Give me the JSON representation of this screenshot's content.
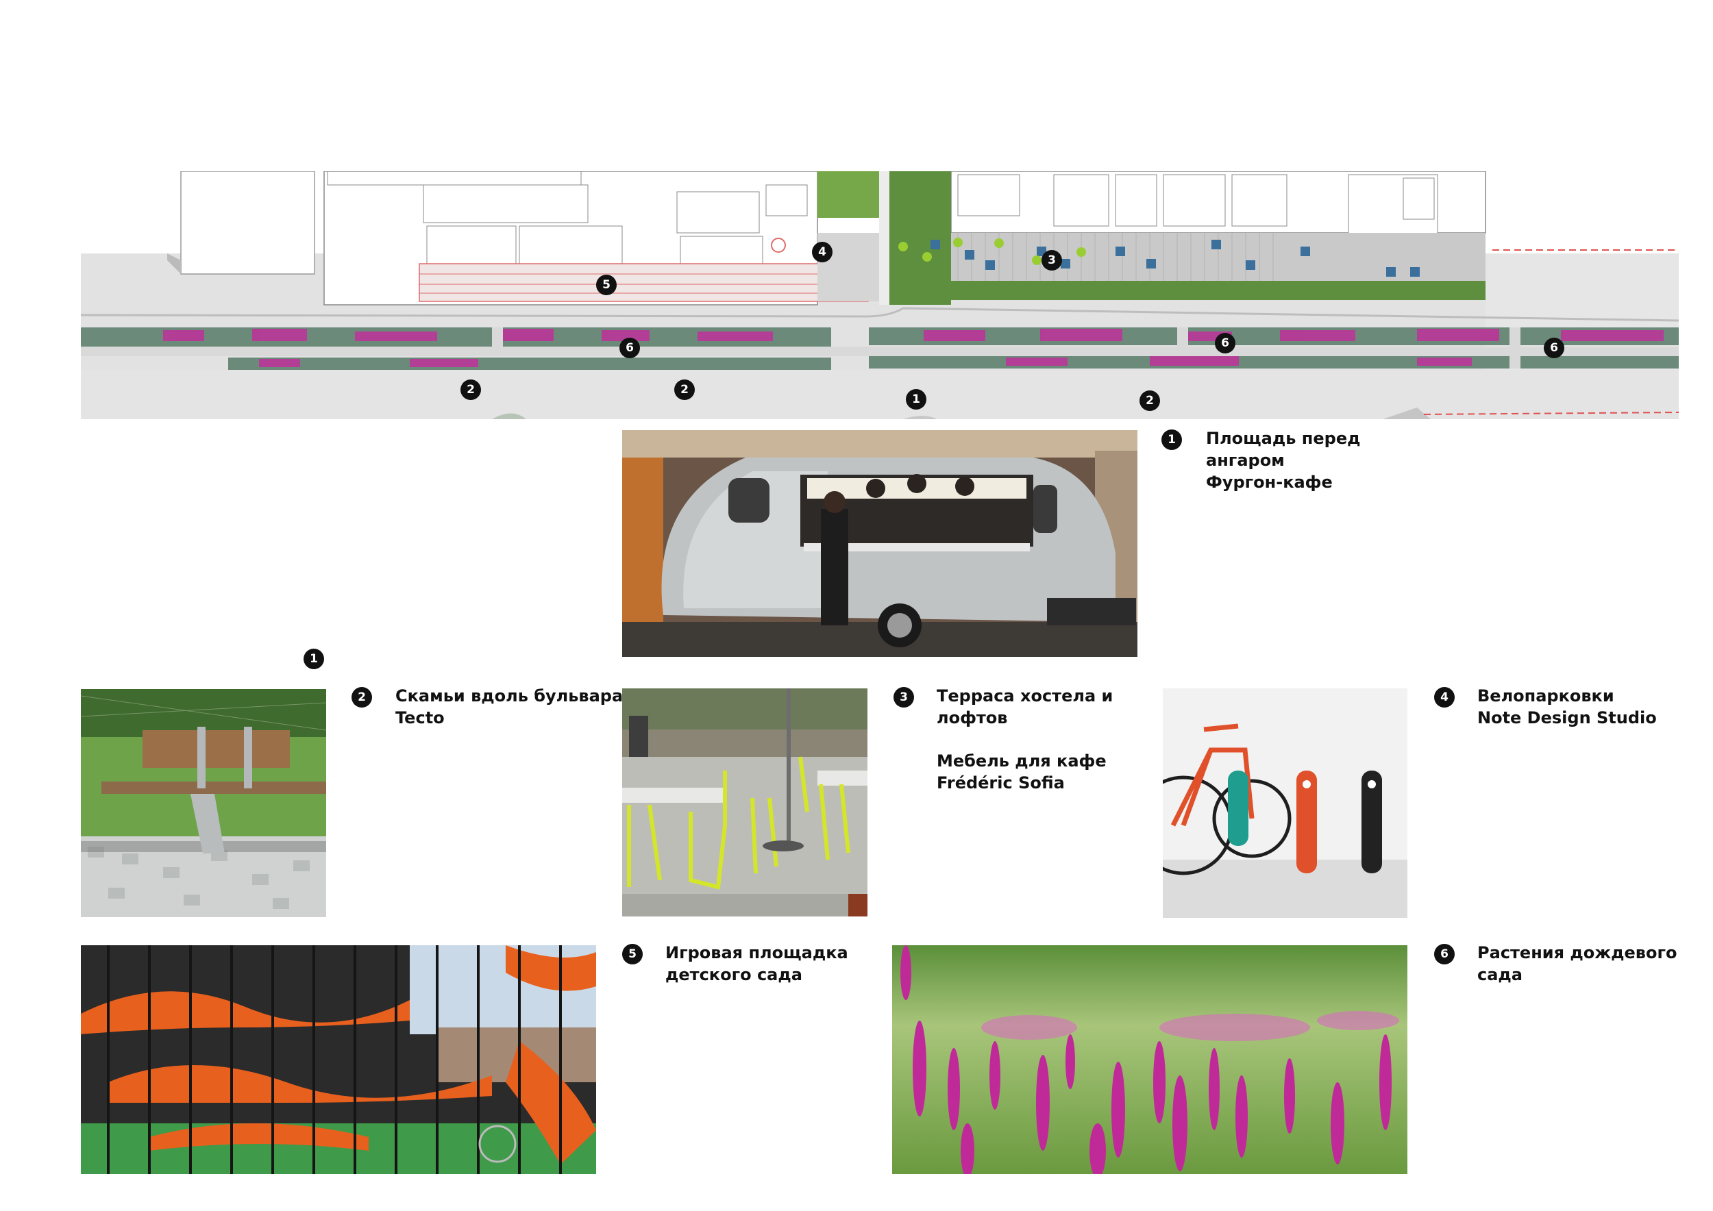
{
  "plan": {
    "markers": [
      {
        "n": "4"
      },
      {
        "n": "5"
      },
      {
        "n": "3"
      },
      {
        "n": "6"
      },
      {
        "n": "6"
      },
      {
        "n": "6"
      },
      {
        "n": "2"
      },
      {
        "n": "2"
      },
      {
        "n": "1"
      },
      {
        "n": "2"
      }
    ]
  },
  "legend": {
    "item1": {
      "n": "1",
      "lines": [
        "Площадь перед",
        "ангаром",
        "Фургон-кафе"
      ]
    },
    "extra_marker": {
      "n": "1"
    },
    "item2": {
      "n": "2",
      "lines": [
        "Скамьи вдоль бульвара",
        "Tecto"
      ]
    },
    "item3": {
      "n": "3",
      "lines": [
        "Терраса хостела и",
        "лофтов"
      ],
      "lines2": [
        "Мебель для кафе",
        "Frédéric Sofia"
      ]
    },
    "item4": {
      "n": "4",
      "lines": [
        "Велопарковки",
        "Note Design Studio"
      ]
    },
    "item5": {
      "n": "5",
      "lines": [
        "Игровая площадка",
        "детского сада"
      ]
    },
    "item6": {
      "n": "6",
      "lines": [
        "Растения дождевого",
        "сада"
      ]
    }
  },
  "colors": {
    "badge": "#111111",
    "flowers": "#c0309a",
    "grass": "#5f9a3a",
    "plaza": "#d9d9d9"
  }
}
